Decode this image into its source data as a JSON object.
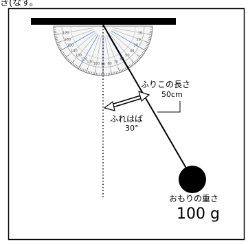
{
  "fragment_top": "き(なす。",
  "pendulum_length": {
    "label": "ふりこの長さ",
    "value": "50cm"
  },
  "amplitude": {
    "label": "ふれはば",
    "value": "30°"
  },
  "bob_mass": {
    "label": "おもりの重さ",
    "value": "100 g"
  },
  "protractor_ticks": [
    "10",
    "20",
    "30",
    "40",
    "50",
    "60",
    "70",
    "80",
    "90",
    "100",
    "110",
    "120",
    "130",
    "140",
    "150",
    "160",
    "170"
  ],
  "colors": {
    "ink": "#000000",
    "protractor_edge": "#888888",
    "protractor_blue": "#2a6fd6"
  }
}
